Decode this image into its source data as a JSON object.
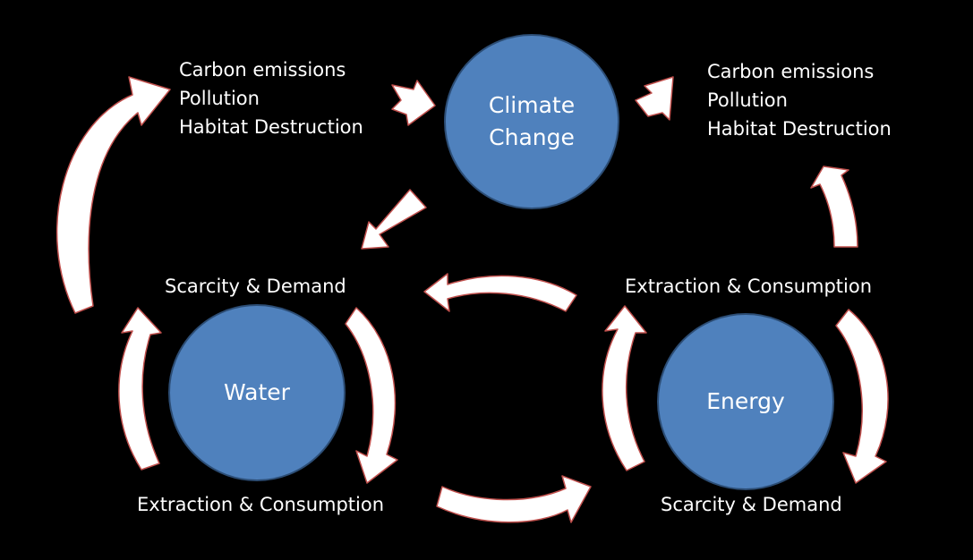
{
  "nodes": {
    "climate": {
      "label": "Climate\nChange"
    },
    "water": {
      "label": "Water"
    },
    "energy": {
      "label": "Energy"
    }
  },
  "impacts_left": [
    "Carbon emissions",
    "Pollution",
    "Habitat Destruction"
  ],
  "impacts_right": [
    "Carbon emissions",
    "Pollution",
    "Habitat Destruction"
  ],
  "labels": {
    "water_top": "Scarcity & Demand",
    "water_bottom": "Extraction & Consumption",
    "energy_top": "Extraction & Consumption",
    "energy_bottom": "Scarcity & Demand"
  },
  "colors": {
    "node_fill": "#4f81bd",
    "arrow_fill": "#ffffff",
    "arrow_edge": "#c0504d",
    "background": "#000000"
  }
}
